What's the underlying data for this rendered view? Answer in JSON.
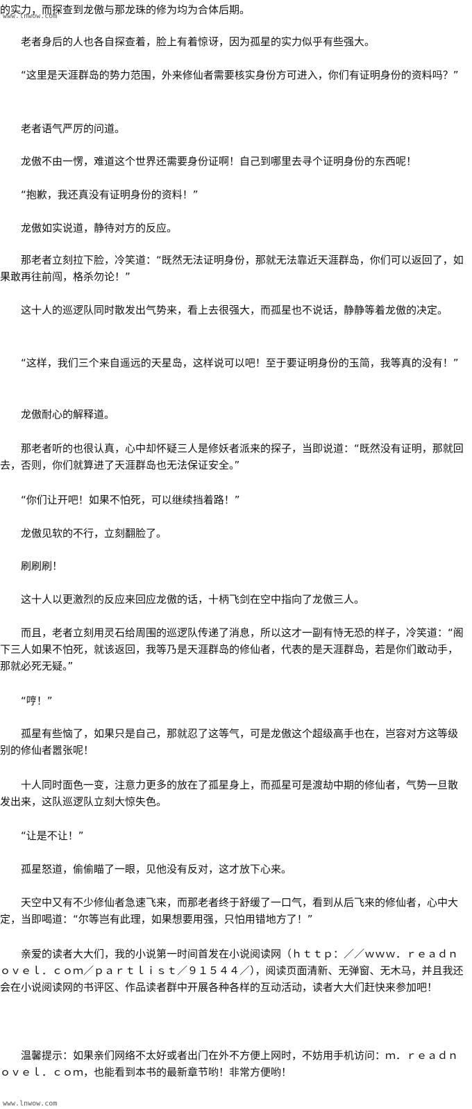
{
  "watermark": {
    "top": "www.lnwow.com",
    "bottom": "www.lnwow.com"
  },
  "paragraphs": [
    "的实力，而探查到龙傲与那龙珠的修为均为合体后期。",
    "老者身后的人也各自探查着，脸上有着惊讶，因为孤星的实力似乎有些强大。",
    "“这里是天涯群岛的势力范围，外来修仙者需要核实身份方可进入，你们有证明身份的资料吗？”",
    "老者语气严厉的问道。",
    "龙傲不由一愣，难道这个世界还需要身份证啊！自己到哪里去寻个证明身份的东西呢！",
    "“抱歉，我还真没有证明身份的资料！”",
    "龙傲如实说道，静待对方的反应。",
    "那老者立刻拉下脸，冷笑道：“既然无法证明身份，那就无法靠近天涯群岛，你们可以返回了，如果敢再往前闯，格杀勿论！”",
    "这十人的巡逻队同时散发出气势来，看上去很强大，而孤星也不说话，静静等着龙傲的决定。",
    "“这样，我们三个来自遥远的天星岛，这样说可以吧！至于要证明身份的玉简，我等真的没有！”",
    "龙傲耐心的解释道。",
    "那老者听的也很认真，心中却怀疑三人是修妖者派来的探子，当即说道：“既然没有证明，那就回去，否则，你们就算进了天涯群岛也无法保证安全。”",
    "“你们让开吧！如果不怕死，可以继续挡着路！”",
    "龙傲见软的不行，立刻翻脸了。",
    "刷刷刷！",
    "这十人以更激烈的反应来回应龙傲的话，十柄飞剑在空中指向了龙傲三人。",
    "而且，老者立刻用灵石给周围的巡逻队传递了消息，所以这才一副有恃无恐的样子，冷笑道：“阁下三人如果不怕死，就该返回，我等乃是天涯群岛的修仙者，代表的是天涯群岛，若是你们敢动手，那就必死无疑。”",
    "“哼！”",
    "孤星有些恼了，如果只是自己，那就忍了这等气，可是龙傲这个超级高手也在，岂容对方这等级别的修仙者嚣张呢！",
    "十人同时面色一变，注意力更多的放在了孤星身上，而孤星可是渡劫中期的修仙者，气势一旦散发出来，这队巡逻队立刻大惊失色。",
    "“让是不让！”",
    "孤星怒道，偷偷瞄了一眼，见他没有反对，这才放下心来。",
    "天空中又有不少修仙者急速飞来，而那老者终于舒缓了一口气，看到从后飞来的修仙者，心中大定，当即喝道：“尔等岂有此理，如果想要用强，只怕用错地方了！”",
    "亲爱的读者大大们，我的小说第一时间首发在小说阅读网（ｈｔｔｐ：／／ｗｗｗ．ｒｅａｄｎｏｖｅｌ．ｃｏｍ／ｐａｒｔｌｉｓｔ／９１５４４／），阅读页面清新、无弹窗、无木马，并且我还会在小说阅读网的书评区、作品读者群中开展各种各样的互动活动，读者大大们赶快来参加吧！",
    "温馨提示：如果亲们网络不太好或者出门在外不方便上网时，不妨用手机访问：ｍ．ｒｅａｄｎｏｖｅｌ．ｃｏｍ，也能看到本书的最新章节哟！非常方便哟！"
  ]
}
